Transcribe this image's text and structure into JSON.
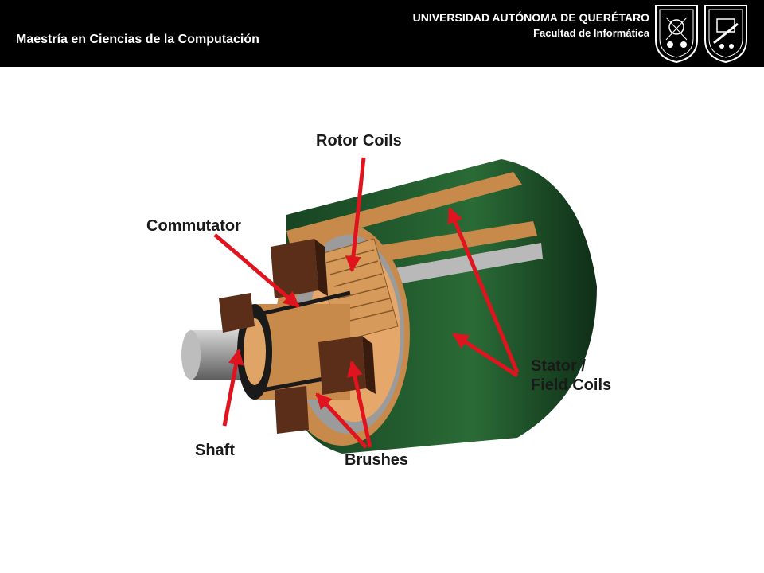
{
  "header": {
    "course_title": "Maestría en Ciencias de la Computación",
    "university": "UNIVERSIDAD AUTÓNOMA DE QUERÉTARO",
    "faculty": "Facultad de Informática",
    "background_color": "#000000",
    "text_color": "#ffffff"
  },
  "diagram": {
    "labels": {
      "rotor_coils": "Rotor Coils",
      "commutator": "Commutator",
      "stator_line1": "Stator /",
      "stator_line2": "Field Coils",
      "shaft": "Shaft",
      "brushes": "Brushes"
    },
    "colors": {
      "stator_green": "#1f5a2c",
      "copper": "#c88a4a",
      "brush_brown": "#5a2e18",
      "shaft_gray": "#9a9a9a",
      "arrow_red": "#e0141e"
    }
  }
}
